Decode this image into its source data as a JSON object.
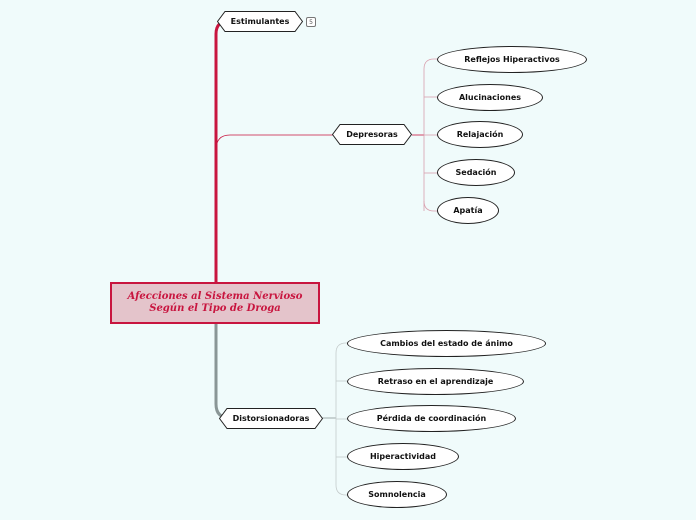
{
  "root": {
    "line1": "Afecciones al Sistema Nervioso",
    "line2": "Según el Tipo de Droga"
  },
  "branches": {
    "estimulantes": {
      "label": "Estimulantes",
      "collapsed_count": "5"
    },
    "depresoras": {
      "label": "Depresoras",
      "children": [
        "Reflejos Hiperactivos",
        "Alucinaciones",
        "Relajación",
        "Sedación",
        "Apatía"
      ]
    },
    "distorsionadoras": {
      "label": "Distorsionadoras",
      "children": [
        "Cambios del estado de ánimo",
        "Retraso en el aprendizaje",
        "Pérdida de coordinación",
        "Hiperactividad",
        "Somnolencia"
      ]
    }
  },
  "colors": {
    "background": "#f0fbfb",
    "accent_red": "#c8153f",
    "connector_grey": "#8a9696",
    "root_fill": "#e4c4cb"
  }
}
